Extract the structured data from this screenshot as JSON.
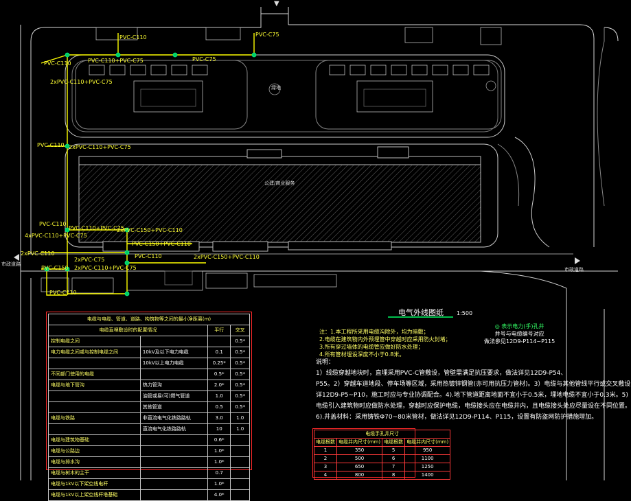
{
  "drawing": {
    "title": "电气外线图纸",
    "scale": "1:500",
    "top_arrow": "▼",
    "left_label": "市政道路",
    "right_label": "市政道路",
    "building_label": "公建/商业服务",
    "park_label": "绿地"
  },
  "cable_labels": [
    "PVC-C110",
    "PVC-C75",
    "PVC-C110",
    "PVC-C75",
    "PVC-C110+PVC-C75",
    "2xPVC-C110+PVC-C75",
    "PVC-C110",
    "2xPVC-C110+PVC-C75",
    "PVC-C110",
    "PVC-C110+PVC-C75",
    "4xPVC-C110+PVC-C75",
    "2xPVC-C110",
    "PVC-C150",
    "2xPVC-C150+PVC-C110",
    "PVC-C150+PVC-C110",
    "2xPVC-C75",
    "PVC-C110",
    "2xPVC-C150+PVC-C110",
    "PVC-C110",
    "2xPVC-C110+PVC-C75"
  ],
  "notes_small": [
    "注：1.本工程所采用电缆沟除外，均为暗敷；",
    "2.电缆在建筑物内外预埋管中穿越时应采用防火封堵；",
    "3.所有穿过墙体的电缆管应做好防水处理；",
    "4.所有管材埋设深度不小于0.8米。"
  ],
  "green_note": [
    "◎ 表示电力(手)孔井",
    "井号与电缆编号对应",
    "做法参见12D9-P114~P115"
  ],
  "notes_title": "说明：",
  "notes": [
    "1）线缆穿越地块时，直埋采用PVC-C管敷设，管壁需满足抗压要求，做法详见12D9-P54、",
    "P55。2）穿越车道地段、停车场等区域，采用热镀锌钢管(亦可用抗压力管材)。3）电缆与其他管线平行或交叉敷设",
    "详12D9-P5~P10，施工时应与专业协调配合。4).地下管道距离地面不宜小于0.5米，埋地电缆不宜小于0.3米。5)",
    "电缆引入建筑物时应做防水处理，穿越时应保护电缆，电缆接头应在电缆井内，且电缆接头处应尽量设在不同位置。",
    "6).井盖材料：采用铸铁Φ70~80米管材，做法详见12D9-P114、P115，设置有防盗网防护措施增加。"
  ],
  "spec_table": {
    "title": "电缆与电缆、管道、道路、构筑物等之间的最小净距离(m)",
    "col_headers": [
      "电缆直埋敷设时的配置情况",
      "平行",
      "交叉"
    ],
    "rows": [
      [
        "控制电缆之间",
        "",
        "",
        "0.5*"
      ],
      [
        "电力电缆之间或与控制电缆之间",
        "10kV及以下电力电缆",
        "0.1",
        "0.5*"
      ],
      [
        "",
        "10kV以上电力电缆",
        "0.25*",
        "0.5*"
      ],
      [
        "不同部门使用的电缆",
        "",
        "0.5*",
        "0.5*"
      ],
      [
        "电缆与地下管沟",
        "热力管沟",
        "2.0*",
        "0.5*"
      ],
      [
        "",
        "油管或易(可)燃气管道",
        "1.0",
        "0.5*"
      ],
      [
        "",
        "其他管道",
        "0.5",
        "0.5*"
      ],
      [
        "电缆与铁路",
        "非直流电气化铁路路轨",
        "3.0",
        "1.0"
      ],
      [
        "",
        "直流电气化铁路路轨",
        "10",
        "1.0"
      ],
      [
        "电缆与建筑物基础",
        "",
        "0.6*",
        ""
      ],
      [
        "电缆与公路边",
        "",
        "1.0*",
        ""
      ],
      [
        "电缆与排水沟",
        "",
        "1.0*",
        ""
      ],
      [
        "电缆与树木的主干",
        "",
        "0.7",
        ""
      ],
      [
        "电缆与1kV以下架空线电杆",
        "",
        "1.0*",
        ""
      ],
      [
        "电缆与1kV以上架空线杆塔基础",
        "",
        "4.0*",
        ""
      ]
    ]
  },
  "well_table": {
    "title": "电缆手孔井尺寸",
    "headers": [
      "电缆根数",
      "电缆井内尺寸(mm)",
      "电缆根数",
      "电缆井内尺寸(mm)"
    ],
    "rows": [
      [
        "1",
        "350",
        "5",
        "950"
      ],
      [
        "2",
        "500",
        "6",
        "1100"
      ],
      [
        "3",
        "650",
        "7",
        "1250"
      ],
      [
        "4",
        "800",
        "8",
        "1400"
      ]
    ]
  }
}
